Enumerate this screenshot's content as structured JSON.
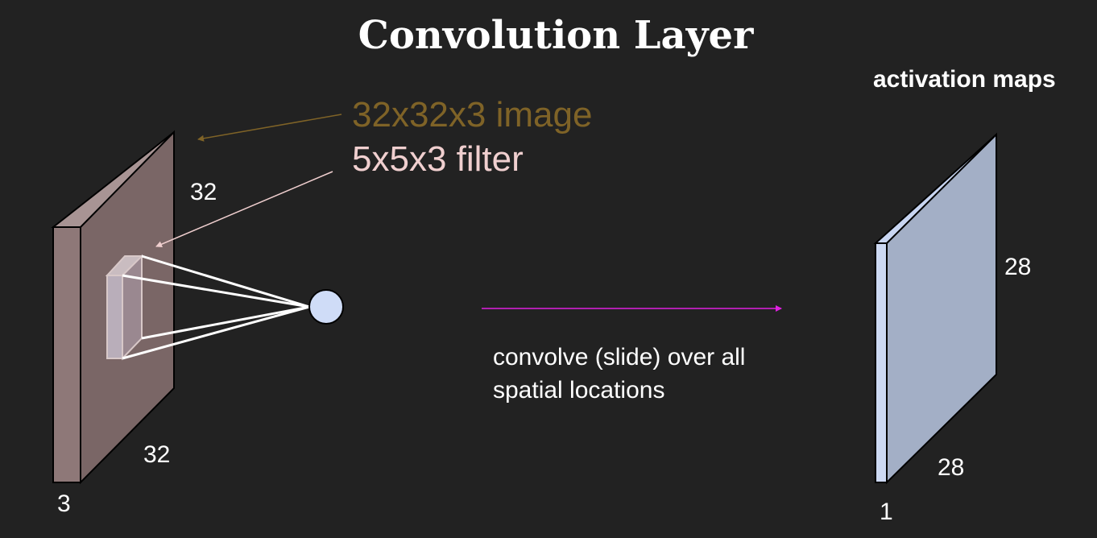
{
  "title": "Convolution Layer",
  "annotations": {
    "image_label": "32x32x3 image",
    "filter_label": "5x5x3 filter",
    "activation_maps": "activation maps",
    "convolve_line1": "convolve (slide) over all",
    "convolve_line2": "spatial locations"
  },
  "input_volume": {
    "height": "32",
    "width": "32",
    "depth": "3"
  },
  "output_map": {
    "height": "28",
    "width": "28",
    "depth": "1"
  },
  "colors": {
    "background": "#222222",
    "image_label": "#7f6327",
    "filter_label": "#f0cfcf",
    "volume_front": "#7a6666",
    "volume_side": "#8e7878",
    "volume_top": "#a89494",
    "map_front": "#a3afc6",
    "map_side": "#cdd9f3",
    "map_top": "#c9d6f2",
    "arrow": "#e020e0",
    "neuron": "#cfdcf7"
  }
}
